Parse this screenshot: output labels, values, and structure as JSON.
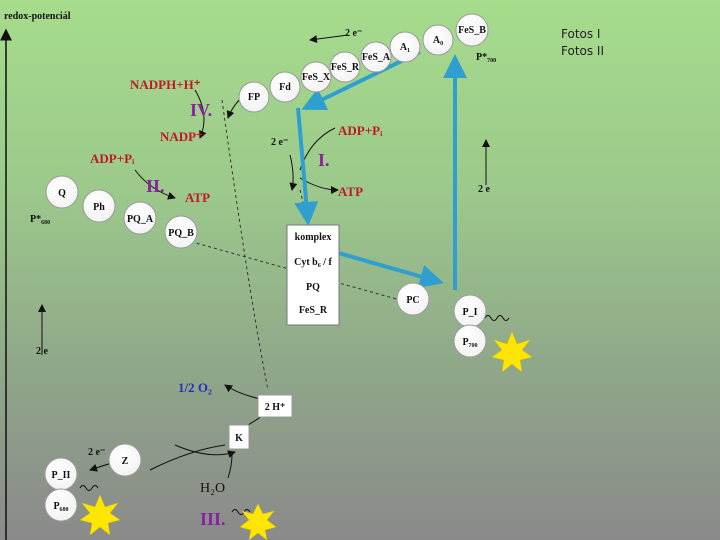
{
  "axis_label": "redox-potenciál",
  "legend": [
    "Fotos I",
    "Fotos II"
  ],
  "complex": {
    "title": "komplex",
    "lines": [
      "Cyt b₆ / f",
      "PQ",
      "FeS_R"
    ]
  },
  "nodes": {
    "fesb": "FeS_B",
    "a0": "A₀",
    "a1": "A₁",
    "fesa": "FeS_A",
    "fesr": "FeS_R",
    "fesx": "FeS_X",
    "fd": "Fd",
    "fp": "FP",
    "q": "Q",
    "ph": "Ph",
    "pqa": "PQ_A",
    "pqb": "PQ_B",
    "pc": "PC",
    "p1": "P_I",
    "p700": "P₇₀₀",
    "z": "Z",
    "p2": "P_II",
    "p680": "P₆₈₀",
    "k": "K"
  },
  "labels": {
    "p700_star": "P*₇₀₀",
    "p680_star": "P*₆₈₀",
    "two_e_top": "2 e⁻",
    "two_e_mid": "2 e⁻",
    "two_e_right": "2 e",
    "two_e_left": "2 e",
    "two_e_bottom": "2 e⁻",
    "nadph": "NADPH+H⁺",
    "nadp": "NADP⁺",
    "adp_left": "ADP+Pᵢ",
    "atp_left": "ATP",
    "adp_right": "ADP+Pᵢ",
    "atp_right": "ATP",
    "half_o2": "1/2 O₂",
    "two_h": "2 H⁺",
    "h2o": "H₂O"
  },
  "roman": {
    "one": "I.",
    "two": "II.",
    "three": "III.",
    "four": "IV."
  },
  "colors": {
    "arrow_blue": "#2f9fd0",
    "red_text": "#c0182a",
    "purple_text": "#8a1fa0",
    "blue_text": "#2431b8",
    "sun": "#ffe600"
  }
}
